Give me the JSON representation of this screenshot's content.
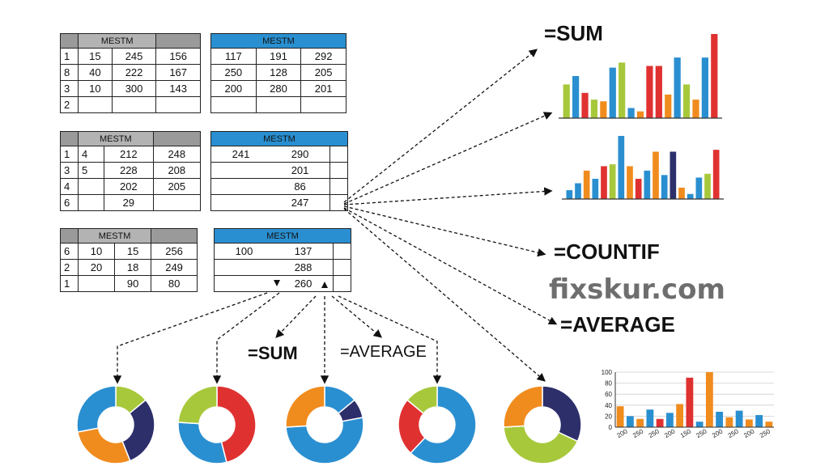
{
  "tables": [
    {
      "title": "MESTM",
      "theme": "gray",
      "rows": [
        [
          "1",
          "15",
          "245",
          "156"
        ],
        [
          "8",
          "40",
          "222",
          "167"
        ],
        [
          "3",
          "10",
          "300",
          "143"
        ],
        [
          "2",
          "",
          "",
          ""
        ]
      ]
    },
    {
      "title": "MESTM",
      "theme": "blue",
      "rows": [
        [
          "117",
          "191",
          "292"
        ],
        [
          "250",
          "128",
          "205"
        ],
        [
          "200",
          "280",
          "201"
        ],
        [
          "",
          "",
          ""
        ]
      ]
    },
    {
      "title": "MESTM",
      "theme": "gray",
      "rows": [
        [
          "1",
          "4",
          "212",
          "248"
        ],
        [
          "3",
          "5",
          "228",
          "208"
        ],
        [
          "4",
          "",
          "202",
          "205"
        ],
        [
          "6",
          "",
          "29",
          ""
        ]
      ]
    },
    {
      "title": "MESTM",
      "theme": "blue",
      "rows": [
        [
          "241",
          "290",
          ""
        ],
        [
          "",
          "201",
          ""
        ],
        [
          "",
          "86",
          ""
        ],
        [
          "",
          "247",
          ""
        ]
      ]
    },
    {
      "title": "MESTM",
      "theme": "gray",
      "rows": [
        [
          "6",
          "10",
          "15",
          "256"
        ],
        [
          "2",
          "20",
          "18",
          "249"
        ],
        [
          "1",
          "",
          "90",
          "80"
        ]
      ]
    },
    {
      "title": "MESTM",
      "theme": "blue",
      "rows": [
        [
          "100",
          "137",
          ""
        ],
        [
          "",
          "288",
          ""
        ],
        [
          "",
          "260",
          ""
        ]
      ]
    }
  ],
  "formulas": {
    "sum_top": "=SUM",
    "countif": "=COUNTIF",
    "average_right": "=AVERAGE",
    "sum_bottom": "=SUM",
    "average_bottom": "=AVERAGE"
  },
  "brand": "fixskur.com",
  "colors": {
    "blue": "#2a8fd0",
    "red": "#e03131",
    "orange": "#f08c1e",
    "green": "#a8c83c",
    "navy": "#2d2f6b",
    "gray_header": "#9a9a9a",
    "grid": "#cfcfcf"
  },
  "chart_data": [
    {
      "type": "bar",
      "note_colors": [
        "green",
        "blue",
        "red",
        "green",
        "orange",
        "blue",
        "green",
        "blue",
        "orange",
        "red",
        "red",
        "orange",
        "blue",
        "green",
        "orange",
        "blue",
        "red"
      ],
      "values": [
        40,
        50,
        30,
        22,
        20,
        60,
        66,
        12,
        8,
        62,
        62,
        28,
        72,
        40,
        22,
        72,
        100
      ]
    },
    {
      "type": "bar",
      "note_colors": [
        "blue",
        "blue",
        "orange",
        "blue",
        "red",
        "green",
        "blue",
        "orange",
        "red",
        "blue",
        "orange",
        "blue",
        "navy",
        "orange",
        "blue",
        "blue",
        "green",
        "red"
      ],
      "values": [
        14,
        25,
        45,
        32,
        52,
        55,
        100,
        52,
        32,
        45,
        75,
        38,
        75,
        18,
        8,
        34,
        40,
        78
      ]
    },
    {
      "type": "bar",
      "yticks": [
        "0",
        "20",
        "40",
        "60",
        "80",
        "100"
      ],
      "ylim": [
        0,
        100
      ],
      "xticks": [
        "200",
        "250",
        "250",
        "200",
        "150",
        "250",
        "200",
        "250",
        "200",
        "250"
      ],
      "series_colors": [
        "orange",
        "blue",
        "orange",
        "blue",
        "red",
        "blue",
        "orange",
        "red",
        "blue",
        "orange",
        "blue",
        "orange",
        "blue",
        "orange",
        "blue",
        "orange"
      ],
      "values": [
        38,
        20,
        15,
        32,
        15,
        26,
        42,
        90,
        10,
        100,
        28,
        18,
        30,
        14,
        22,
        10
      ]
    },
    {
      "type": "pie",
      "donut": true,
      "slices": [
        {
          "color": "green",
          "value": 14
        },
        {
          "color": "navy",
          "value": 30
        },
        {
          "color": "orange",
          "value": 28
        },
        {
          "color": "blue",
          "value": 28
        }
      ]
    },
    {
      "type": "pie",
      "donut": true,
      "slices": [
        {
          "color": "red",
          "value": 46
        },
        {
          "color": "blue",
          "value": 30
        },
        {
          "color": "green",
          "value": 24
        }
      ]
    },
    {
      "type": "pie",
      "donut": true,
      "slices": [
        {
          "color": "blue",
          "value": 14
        },
        {
          "color": "navy",
          "value": 8
        },
        {
          "color": "blue",
          "value": 52
        },
        {
          "color": "orange",
          "value": 26
        }
      ]
    },
    {
      "type": "pie",
      "donut": true,
      "slices": [
        {
          "color": "blue",
          "value": 62
        },
        {
          "color": "red",
          "value": 24
        },
        {
          "color": "green",
          "value": 14
        }
      ]
    },
    {
      "type": "pie",
      "donut": true,
      "slices": [
        {
          "color": "navy",
          "value": 32
        },
        {
          "color": "green",
          "value": 42
        },
        {
          "color": "orange",
          "value": 26
        }
      ]
    }
  ]
}
